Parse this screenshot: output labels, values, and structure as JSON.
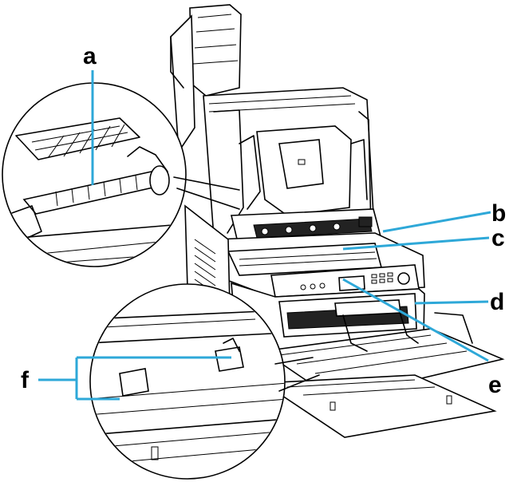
{
  "labels": {
    "a": "a",
    "b": "b",
    "c": "c",
    "d": "d",
    "e": "e",
    "f": "f"
  },
  "colors": {
    "callout_line": "#2ea8d8",
    "outline": "#000000",
    "background": "#ffffff"
  },
  "icons": {
    "printer": "printer-illustration",
    "zoom_fuser": "fuser-detail-inset",
    "zoom_guides": "paper-guide-detail-inset"
  }
}
